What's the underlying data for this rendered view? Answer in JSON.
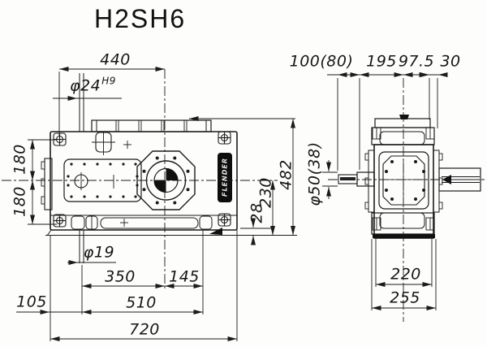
{
  "title": "H2SH6",
  "brand_label": "FLENDER",
  "front_view": {
    "dims": {
      "top_width": "440",
      "input_bore": "φ24",
      "input_bore_tol": "H9",
      "height_upper": "180",
      "height_lower": "180",
      "shaft_dia": "φ19",
      "offset_left": "105",
      "span_center": "350",
      "span_foot": "145",
      "foot_span": "510",
      "total_length": "720",
      "base_height": "28",
      "center_height": "230",
      "total_height": "482"
    }
  },
  "side_view": {
    "dims": {
      "shaft_length": "100(80)",
      "width_a": "195",
      "width_b": "97.5",
      "width_c": "30",
      "shaft_dia": "φ50(38)",
      "foot_width": "220",
      "base_width": "255"
    }
  }
}
